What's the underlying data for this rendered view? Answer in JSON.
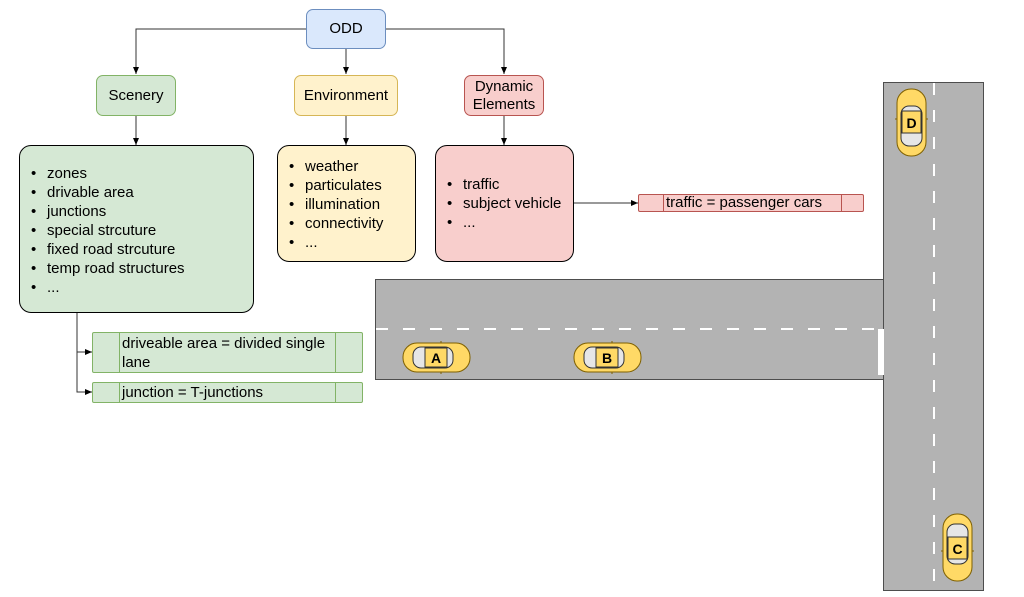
{
  "diagram": {
    "root": {
      "label": "ODD"
    },
    "categories": [
      {
        "id": "scenery",
        "label": "Scenery",
        "color": "#d5e8d4",
        "items": [
          "zones",
          "drivable area",
          "junctions",
          "special strcuture",
          "fixed road strcuture",
          "temp road structures",
          "..."
        ]
      },
      {
        "id": "environment",
        "label": "Environment",
        "color": "#fff2cc",
        "items": [
          "weather",
          "particulates",
          "illumination",
          "connectivity",
          "..."
        ]
      },
      {
        "id": "dynamic",
        "label": "Dynamic Elements",
        "color": "#f8cecc",
        "items": [
          "traffic",
          "subject vehicle",
          "..."
        ]
      }
    ],
    "instances": [
      {
        "parent": "scenery",
        "text": "driveable area = divided single lane"
      },
      {
        "parent": "scenery",
        "text": "junction = T-junctions"
      },
      {
        "parent": "dynamic",
        "text": "traffic = passenger cars"
      }
    ]
  },
  "scene": {
    "road_color": "#b3b3b3",
    "car_color": "#ffd966",
    "cars": [
      {
        "label": "A",
        "orientation": "horizontal"
      },
      {
        "label": "B",
        "orientation": "horizontal"
      },
      {
        "label": "C",
        "orientation": "vertical"
      },
      {
        "label": "D",
        "orientation": "vertical"
      }
    ]
  }
}
